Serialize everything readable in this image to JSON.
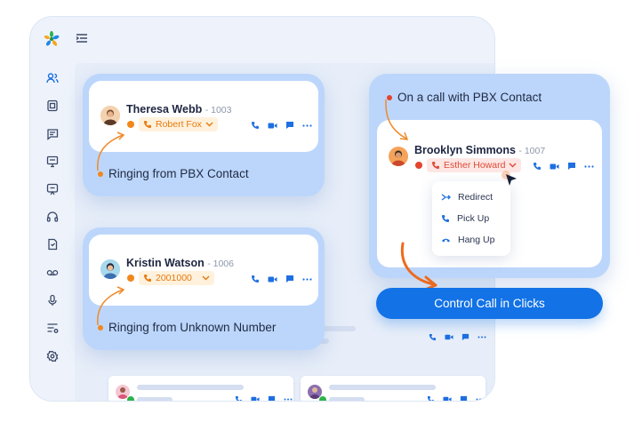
{
  "app": {
    "sidebar_icons": [
      "contacts-icon",
      "extensions-icon",
      "chat-icon",
      "monitor-icon",
      "message-board-icon",
      "headset-icon",
      "call-log-icon",
      "voicemail-icon",
      "recording-icon",
      "queue-icon",
      "settings-icon"
    ]
  },
  "card_ringing_pbx": {
    "name": "Theresa Webb",
    "ext": "- 1003",
    "caller": "Robert Fox",
    "label": "Ringing from PBX Contact"
  },
  "card_ringing_unknown": {
    "name": "Kristin Watson",
    "ext": "- 1006",
    "caller": "2001000",
    "label": "Ringing from Unknown Number"
  },
  "card_on_call": {
    "heading": "On a call with PBX Contact",
    "name": "Brooklyn Simmons",
    "ext": "- 1007",
    "caller": "Esther Howard"
  },
  "call_menu": {
    "items": [
      "Redirect",
      "Pick Up",
      "Hang Up"
    ]
  },
  "cta": {
    "label": "Control Call in Clicks"
  },
  "colors": {
    "accent": "#1272e6",
    "ringing": "#f2871c",
    "oncall": "#e3452e",
    "online": "#2fb34a"
  }
}
